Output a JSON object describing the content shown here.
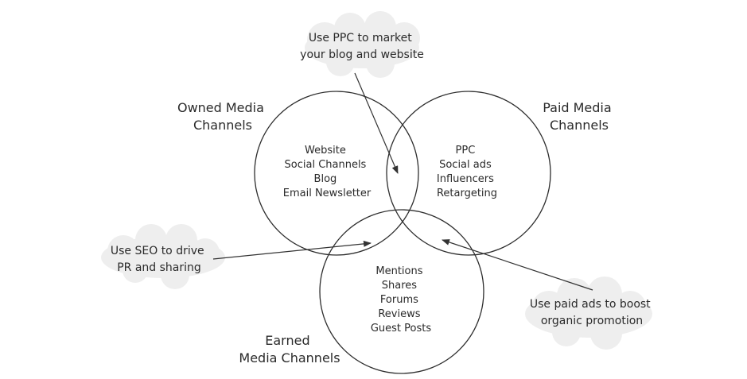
{
  "sets": {
    "owned": {
      "title_lines": [
        "Owned Media",
        "Channels"
      ],
      "items": [
        "Website",
        "Social Channels",
        "Blog",
        "Email Newsletter"
      ]
    },
    "paid": {
      "title_lines": [
        "Paid Media",
        "Channels"
      ],
      "items": [
        "PPC",
        "Social ads",
        "Influencers",
        "Retargeting"
      ]
    },
    "earned": {
      "title_lines": [
        "Earned",
        "Media Channels"
      ],
      "items": [
        "Mentions",
        "Shares",
        "Forums",
        "Reviews",
        "Guest Posts"
      ]
    }
  },
  "callouts": {
    "ppc": {
      "lines": [
        "Use PPC to market",
        "your blog and website"
      ]
    },
    "seo": {
      "lines": [
        "Use SEO to drive",
        "PR and sharing"
      ]
    },
    "ads": {
      "lines": [
        "Use paid ads to boost",
        "organic promotion"
      ]
    }
  },
  "colors": {
    "circle_stroke": "#2e2e2e",
    "cloud_fill": "#eeeeee",
    "arrow": "#333333",
    "text": "#2a2a2a"
  }
}
